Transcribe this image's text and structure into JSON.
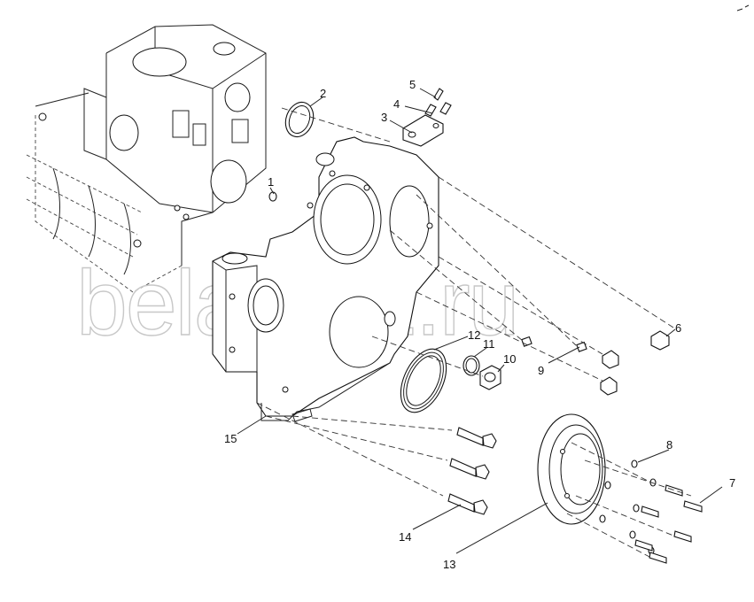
{
  "watermark": "belarus1.ru",
  "callouts": [
    {
      "id": "c1",
      "label": "1"
    },
    {
      "id": "c2",
      "label": "2"
    },
    {
      "id": "c3",
      "label": "3"
    },
    {
      "id": "c4",
      "label": "4"
    },
    {
      "id": "c5",
      "label": "5"
    },
    {
      "id": "c6",
      "label": "6"
    },
    {
      "id": "c7",
      "label": "7"
    },
    {
      "id": "c8",
      "label": "8"
    },
    {
      "id": "c9",
      "label": "9"
    },
    {
      "id": "c10",
      "label": "10"
    },
    {
      "id": "c11",
      "label": "11"
    },
    {
      "id": "c12",
      "label": "12"
    },
    {
      "id": "c13",
      "label": "13"
    },
    {
      "id": "c14",
      "label": "14"
    },
    {
      "id": "c15",
      "label": "15"
    }
  ]
}
